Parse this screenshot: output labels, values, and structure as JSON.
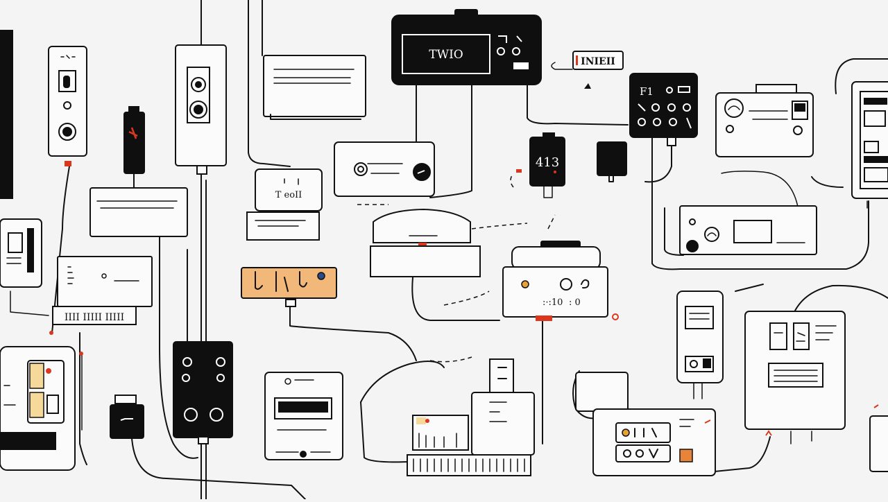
{
  "labels": {
    "top_display": "TWIO",
    "sign": "INIEII",
    "panel_f": "F1",
    "small_screen": "413",
    "small_box": "T eoII",
    "shelf_label": "IIII IIIII IIIII"
  },
  "colors": {
    "background": "#f4f4f4",
    "stroke": "#111111",
    "accent_red": "#d9381e",
    "accent_orange": "#e8a03a",
    "panel_fill": "#f2b879"
  },
  "icons": [
    "power-strip-icon",
    "router-icon",
    "power-adapter-icon",
    "socket-icon",
    "display-device-icon",
    "plug-icon",
    "meter-icon",
    "control-panel-icon"
  ]
}
